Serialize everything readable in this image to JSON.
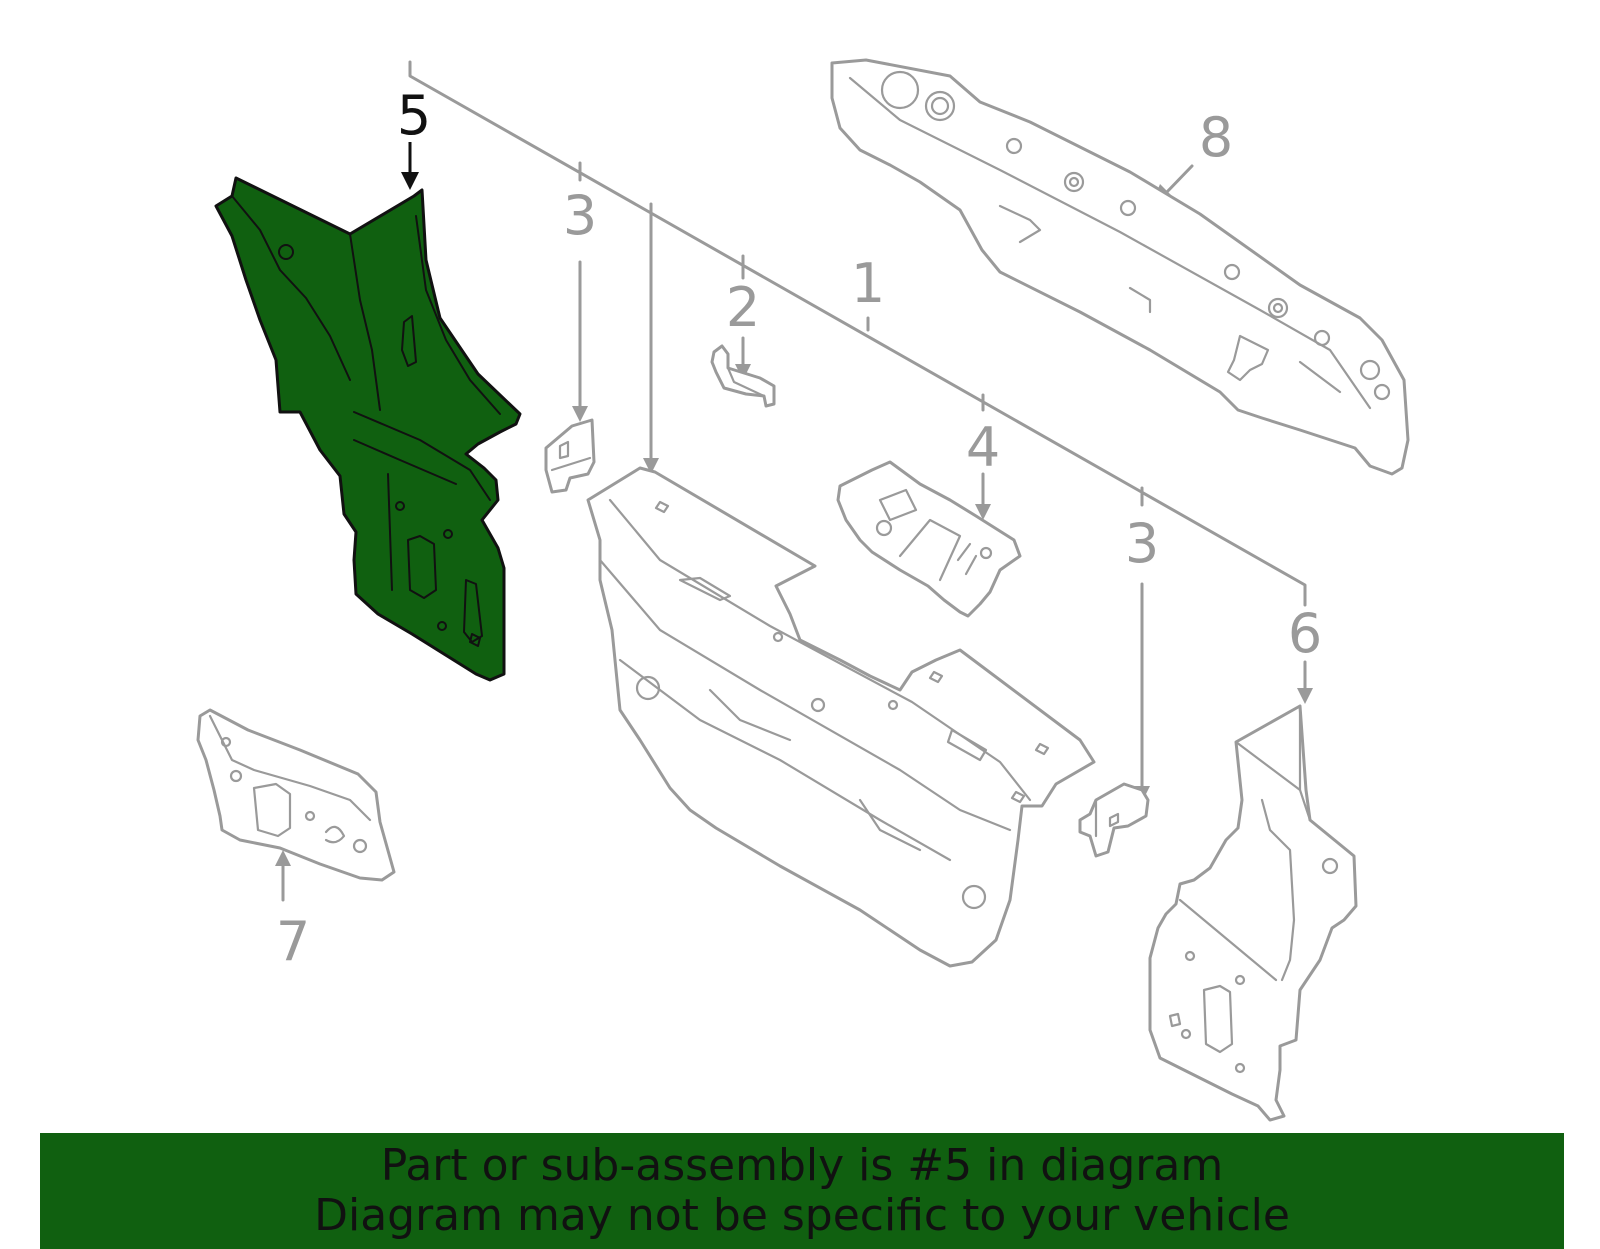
{
  "colors": {
    "highlight": "#106010",
    "gray": "#9a9a9a",
    "ink": "#111111",
    "banner": "#106010"
  },
  "callouts": {
    "c1": "1",
    "c2": "2",
    "c3a": "3",
    "c3b": "3",
    "c4": "4",
    "c5": "5",
    "c6": "6",
    "c7": "7",
    "c8": "8"
  },
  "banner": {
    "line1": "Part or sub-assembly is #5 in diagram",
    "line2": "Diagram may not be specific to your vehicle"
  }
}
